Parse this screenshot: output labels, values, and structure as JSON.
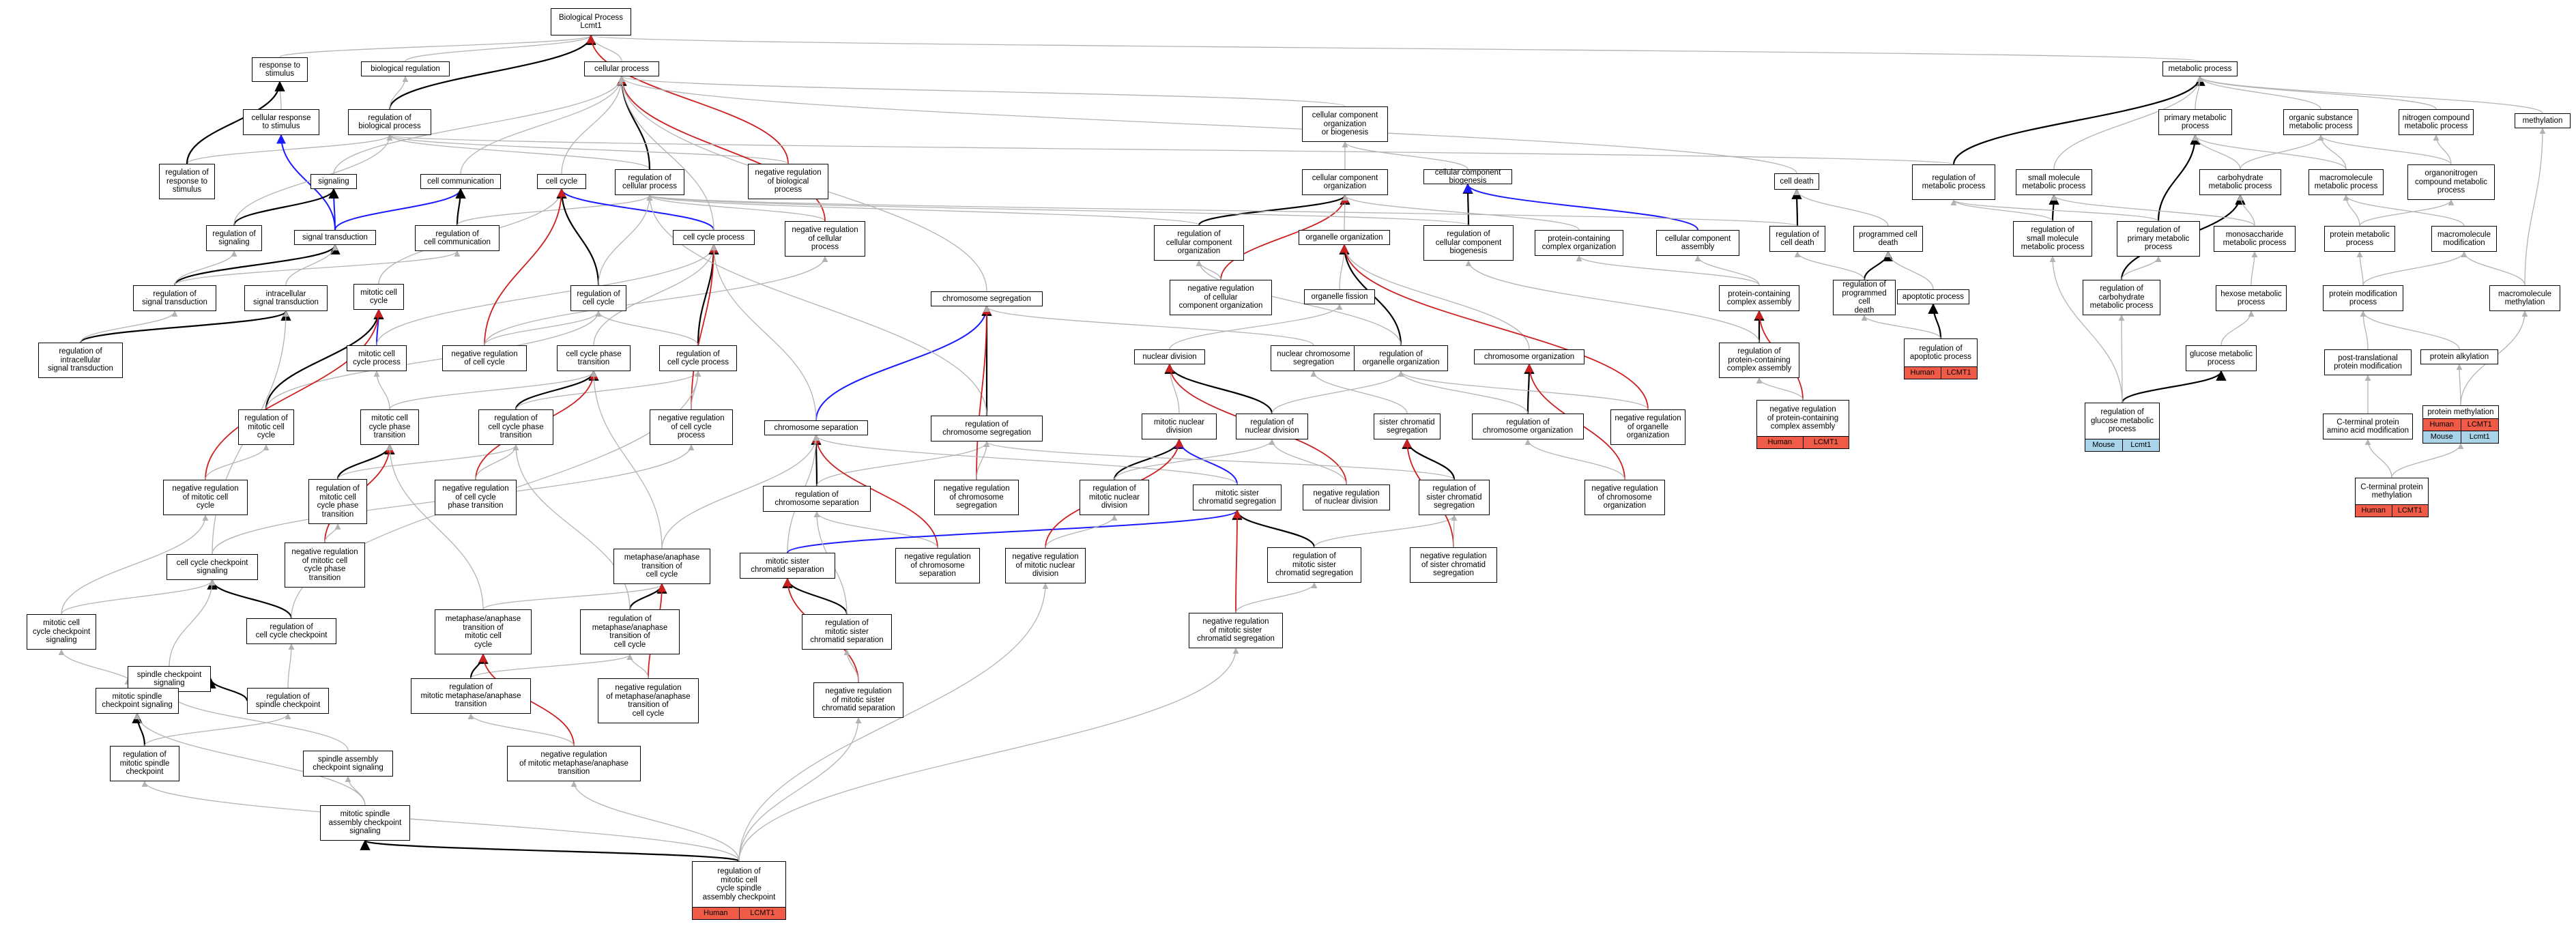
{
  "colors": {
    "is_a": "#b3b3b3",
    "part_of": "#000000",
    "regulates": "#1a1aff",
    "negatively_regulates": "#cc1f1f",
    "human_badge": "#ef5b47",
    "mouse_badge": "#a8d3e8"
  },
  "nodes": {
    "bp": {
      "label": "Biological Process\nLcmt1"
    },
    "resp": {
      "label": "response to\nstimulus"
    },
    "bioreg": {
      "label": "biological regulation"
    },
    "cellproc": {
      "label": "cellular process"
    },
    "cellresp": {
      "label": "cellular response\nto stimulus"
    },
    "regbp": {
      "label": "regulation of\nbiological process"
    },
    "regresp": {
      "label": "regulation of\nresponse to\nstimulus"
    },
    "signaling": {
      "label": "signaling"
    },
    "cellcomm": {
      "label": "cell communication"
    },
    "cellcycle": {
      "label": "cell cycle"
    },
    "regcellproc": {
      "label": "regulation of\ncellular process"
    },
    "negregbp": {
      "label": "negative regulation\nof biological\nprocess"
    },
    "negregcp": {
      "label": "negative regulation\nof cellular\nprocess"
    },
    "regsignaling": {
      "label": "regulation of\nsignaling"
    },
    "sigtrans": {
      "label": "signal transduction"
    },
    "regcellcomm": {
      "label": "regulation of\ncell communication"
    },
    "cellcycleproc": {
      "label": "cell cycle process"
    },
    "regsigtrans": {
      "label": "regulation of\nsignal transduction"
    },
    "intrasig": {
      "label": "intracellular\nsignal transduction"
    },
    "mitcellcycle": {
      "label": "mitotic cell\ncycle"
    },
    "regcellcycle": {
      "label": "regulation of\ncell cycle"
    },
    "regintrasig": {
      "label": "regulation of\nintracellular\nsignal transduction"
    },
    "mitcellcycleproc": {
      "label": "mitotic cell\ncycle process"
    },
    "negregcellcycle": {
      "label": "negative regulation\nof cell cycle"
    },
    "ccphasetrans": {
      "label": "cell cycle phase\ntransition"
    },
    "regccproc": {
      "label": "regulation of\ncell cycle process"
    },
    "regmitcc": {
      "label": "regulation of\nmitotic cell\ncycle"
    },
    "mitccphasetrans": {
      "label": "mitotic cell\ncycle phase\ntransition"
    },
    "regccphasetrans": {
      "label": "regulation of\ncell cycle phase\ntransition"
    },
    "negregccproc": {
      "label": "negative regulation\nof cell cycle\nprocess"
    },
    "negregmitcc": {
      "label": "negative regulation\nof mitotic cell\ncycle"
    },
    "regmitccphase": {
      "label": "regulation of\nmitotic cell\ncycle phase\ntransition"
    },
    "negregccphase": {
      "label": "negative regulation\nof cell cycle\nphase transition"
    },
    "negregmitccphase": {
      "label": "negative regulation\nof mitotic cell\ncycle phase\ntransition"
    },
    "ccchecksig": {
      "label": "cell cycle checkpoint\nsignaling"
    },
    "regccchk": {
      "label": "regulation of\ncell cycle checkpoint"
    },
    "mitccchksig": {
      "label": "mitotic cell\ncycle checkpoint\nsignaling"
    },
    "spindlechk": {
      "label": "spindle checkpoint\nsignaling"
    },
    "regspindlechk": {
      "label": "regulation of\nspindle checkpoint"
    },
    "mitspindlechk": {
      "label": "mitotic spindle\ncheckpoint signaling"
    },
    "regmitspindlechk": {
      "label": "regulation of\nmitotic spindle\ncheckpoint"
    },
    "spindleassembly": {
      "label": "spindle assembly\ncheckpoint signaling"
    },
    "mitspindleassembly": {
      "label": "mitotic spindle\nassembly checkpoint\nsignaling"
    },
    "target": {
      "label": "regulation of\nmitotic cell\ncycle spindle\nassembly checkpoint",
      "badges": [
        "Human",
        "LCMT1"
      ]
    },
    "chromsep": {
      "label": "chromosome separation"
    },
    "chromseg": {
      "label": "chromosome segregation"
    },
    "regchromseg": {
      "label": "regulation of\nchromosome segregation"
    },
    "regchromsep": {
      "label": "regulation of\nchromosome separation"
    },
    "negregchromseg": {
      "label": "negative regulation\nof chromosome\nsegregation"
    },
    "negregchromsep": {
      "label": "negative regulation\nof chromosome\nseparation"
    },
    "metaanatrans": {
      "label": "metaphase/anaphase\ntransition of\ncell cycle"
    },
    "mitsisterchromsep": {
      "label": "mitotic sister\nchromatid separation"
    },
    "mitmetaanatrans": {
      "label": "metaphase/anaphase\ntransition of\nmitotic cell\ncycle"
    },
    "regmetaanatrans": {
      "label": "regulation of\nmetaphase/anaphase\ntransition of\ncell cycle"
    },
    "regmitsistersep": {
      "label": "regulation of\nmitotic sister\nchromatid separation"
    },
    "regmitmetaana": {
      "label": "regulation of\nmitotic metaphase/anaphase\ntransition"
    },
    "negregmetaana": {
      "label": "negative regulation\nof metaphase/anaphase\ntransition of\ncell cycle"
    },
    "negregmitsistersep": {
      "label": "negative regulation\nof mitotic sister\nchromatid separation"
    },
    "negregmitmetaana": {
      "label": "negative regulation\nof mitotic metaphase/anaphase\ntransition"
    },
    "ccorgbio": {
      "label": "cellular component\norganization\nor biogenesis"
    },
    "ccorg": {
      "label": "cellular component\norganization"
    },
    "ccbio": {
      "label": "cellular component\nbiogenesis"
    },
    "regccorg": {
      "label": "regulation of\ncellular component\norganization"
    },
    "orgorg": {
      "label": "organelle organization"
    },
    "negregccorg": {
      "label": "negative regulation\nof cellular\ncomponent organization"
    },
    "organfission": {
      "label": "organelle fission"
    },
    "nucdiv": {
      "label": "nuclear division"
    },
    "nucchromseg": {
      "label": "nuclear chromosome\nsegregation"
    },
    "regorgorg": {
      "label": "regulation of\norganelle organization"
    },
    "mitnucdiv": {
      "label": "mitotic nuclear\ndivision"
    },
    "regnucdiv": {
      "label": "regulation of\nnuclear division"
    },
    "regmitnucdiv": {
      "label": "regulation of\nmitotic nuclear\ndivision"
    },
    "mitsisterseg": {
      "label": "mitotic sister\nchromatid segregation"
    },
    "negregnucdiv": {
      "label": "negative regulation\nof nuclear division"
    },
    "negregmitnucdiv": {
      "label": "negative regulation\nof mitotic nuclear\ndivision"
    },
    "chromorg": {
      "label": "chromosome organization"
    },
    "sisterseg": {
      "label": "sister chromatid\nsegregation"
    },
    "regchromorg": {
      "label": "regulation of\nchromosome organization"
    },
    "negregorgorg": {
      "label": "negative regulation\nof organelle\norganization"
    },
    "regsisterseg": {
      "label": "regulation of\nsister chromatid\nsegregation"
    },
    "negregchromorg": {
      "label": "negative regulation\nof chromosome\norganization"
    },
    "regmitsisterseg": {
      "label": "regulation of\nmitotic sister\nchromatid segregation"
    },
    "negregsisterseg": {
      "label": "negative regulation\nof sister chromatid\nsegregation"
    },
    "negregmitsisterseg": {
      "label": "negative regulation\nof mitotic sister\nchromatid segregation"
    },
    "regccbio": {
      "label": "regulation of\ncellular component\nbiogenesis"
    },
    "protcomplexorg": {
      "label": "protein-containing\ncomplex organization"
    },
    "ccassembly": {
      "label": "cellular component\nassembly"
    },
    "protcomplexassembly": {
      "label": "protein-containing\ncomplex assembly"
    },
    "regprotcomplexassembly": {
      "label": "regulation of\nprotein-containing\ncomplex assembly"
    },
    "negregprotcomplexassembly": {
      "label": "negative regulation\nof protein-containing\ncomplex assembly",
      "badges": [
        "Human",
        "LCMT1"
      ]
    },
    "celldeath": {
      "label": "cell death"
    },
    "regcelldeath": {
      "label": "regulation of\ncell death"
    },
    "progcelldeath": {
      "label": "programmed cell\ndeath"
    },
    "regprogcelldeath": {
      "label": "regulation of\nprogrammed cell\ndeath"
    },
    "apoptotic": {
      "label": "apoptotic process"
    },
    "regapoptotic": {
      "label": "regulation of\napoptotic process",
      "badges": [
        "Human",
        "LCMT1"
      ]
    },
    "metab": {
      "label": "metabolic process"
    },
    "regmetab": {
      "label": "regulation of\nmetabolic process"
    },
    "smallmol": {
      "label": "small molecule\nmetabolic process"
    },
    "regsmallmol": {
      "label": "regulation of\nsmall molecule\nmetabolic process"
    },
    "primarymetab": {
      "label": "primary metabolic\nprocess"
    },
    "regprimarymetab": {
      "label": "regulation of\nprimary metabolic\nprocess"
    },
    "orgsubst": {
      "label": "organic substance\nmetabolic process"
    },
    "carbmetab": {
      "label": "carbohydrate\nmetabolic process"
    },
    "regcarbmetab": {
      "label": "regulation of\ncarbohydrate\nmetabolic process"
    },
    "monosacch": {
      "label": "monosaccharide\nmetabolic process"
    },
    "hexose": {
      "label": "hexose metabolic\nprocess"
    },
    "glucose": {
      "label": "glucose metabolic\nprocess"
    },
    "regglucose": {
      "label": "regulation of\nglucose metabolic\nprocess",
      "badges": [
        "Mouse",
        "Lcmt1"
      ]
    },
    "nitrogen": {
      "label": "nitrogen compound\nmetabolic process"
    },
    "macromol": {
      "label": "macromolecule\nmetabolic process"
    },
    "organonitrogen": {
      "label": "organonitrogen\ncompound metabolic\nprocess"
    },
    "proteinmetab": {
      "label": "protein metabolic\nprocess"
    },
    "macromolmod": {
      "label": "macromolecule\nmodification"
    },
    "protmod": {
      "label": "protein modification\nprocess"
    },
    "posttrans": {
      "label": "post-translational\nprotein modification"
    },
    "cterm": {
      "label": "C-terminal protein\namino acid modification"
    },
    "ctermmeth": {
      "label": "C-terminal protein\nmethylation",
      "badges": [
        "Human",
        "LCMT1"
      ]
    },
    "methylation": {
      "label": "methylation"
    },
    "macromolmeth": {
      "label": "macromolecule\nmethylation"
    },
    "protalkyl": {
      "label": "protein alkylation"
    },
    "protmeth": {
      "label": "protein methylation",
      "badges": [
        "Human",
        "LCMT1",
        "Mouse",
        "Lcmt1"
      ]
    }
  }
}
